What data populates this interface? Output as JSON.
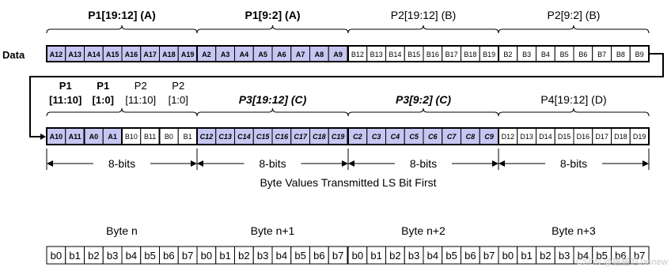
{
  "data_label": "Data",
  "row1": {
    "headers": [
      {
        "text": "P1[19:12] (A)",
        "style": "bold"
      },
      {
        "text": "P1[9:2] (A)",
        "style": "bold"
      },
      {
        "text": "P2[19:12] (B)",
        "style": "normal"
      },
      {
        "text": "P2[9:2] (B)",
        "style": "normal"
      }
    ],
    "groups": [
      {
        "shaded": true,
        "bold": true,
        "italic": false,
        "cells": [
          "A12",
          "A13",
          "A14",
          "A15",
          "A16",
          "A17",
          "A18",
          "A19"
        ]
      },
      {
        "shaded": true,
        "bold": true,
        "italic": false,
        "cells": [
          "A2",
          "A3",
          "A4",
          "A5",
          "A6",
          "A7",
          "A8",
          "A9"
        ]
      },
      {
        "shaded": false,
        "bold": false,
        "italic": false,
        "cells": [
          "B12",
          "B13",
          "B14",
          "B15",
          "B16",
          "B17",
          "B18",
          "B19"
        ]
      },
      {
        "shaded": false,
        "bold": false,
        "italic": false,
        "cells": [
          "B2",
          "B3",
          "B4",
          "B5",
          "B6",
          "B7",
          "B8",
          "B9"
        ]
      }
    ]
  },
  "row2": {
    "byte0_headers": [
      {
        "line1": "P1",
        "line2": "[11:10]",
        "style": "bold"
      },
      {
        "line1": "P1",
        "line2": "[1:0]",
        "style": "bold"
      },
      {
        "line1": "P2",
        "line2": "[11:10]",
        "style": "normal"
      },
      {
        "line1": "P2",
        "line2": "[1:0]",
        "style": "normal"
      }
    ],
    "headers": [
      {
        "text": "P3[19:12] (C)",
        "style": "bolditalic"
      },
      {
        "text": "P3[9:2] (C)",
        "style": "bolditalic"
      },
      {
        "text": "P4[19:12] (D)",
        "style": "normal"
      }
    ],
    "byte0_cells": [
      {
        "text": "A10",
        "shaded": true
      },
      {
        "text": "A11",
        "shaded": true
      },
      {
        "text": "A0",
        "shaded": true
      },
      {
        "text": "A1",
        "shaded": true
      },
      {
        "text": "B10",
        "shaded": false
      },
      {
        "text": "B11",
        "shaded": false
      },
      {
        "text": "B0",
        "shaded": false
      },
      {
        "text": "B1",
        "shaded": false
      }
    ],
    "groups": [
      {
        "shaded": true,
        "bold": true,
        "italic": true,
        "cells": [
          "C12",
          "C13",
          "C14",
          "C15",
          "C16",
          "C17",
          "C18",
          "C19"
        ]
      },
      {
        "shaded": true,
        "bold": true,
        "italic": true,
        "cells": [
          "C2",
          "C3",
          "C4",
          "C5",
          "C6",
          "C7",
          "C8",
          "C9"
        ]
      },
      {
        "shaded": false,
        "bold": false,
        "italic": false,
        "cells": [
          "D12",
          "D13",
          "D14",
          "D15",
          "D16",
          "D17",
          "D18",
          "D19"
        ]
      }
    ]
  },
  "bits_label": "8-bits",
  "caption": "Byte Values Transmitted LS Bit First",
  "bytes": [
    "Byte n",
    "Byte n+1",
    "Byte n+2",
    "Byte n+3"
  ],
  "bit_labels": [
    "b0",
    "b1",
    "b2",
    "b3",
    "b4",
    "b5",
    "b6",
    "b7"
  ],
  "watermark": "CSDN @猫猫的Jasnew",
  "colors": {
    "shaded": "#c6c6f2",
    "line": "#000000"
  }
}
